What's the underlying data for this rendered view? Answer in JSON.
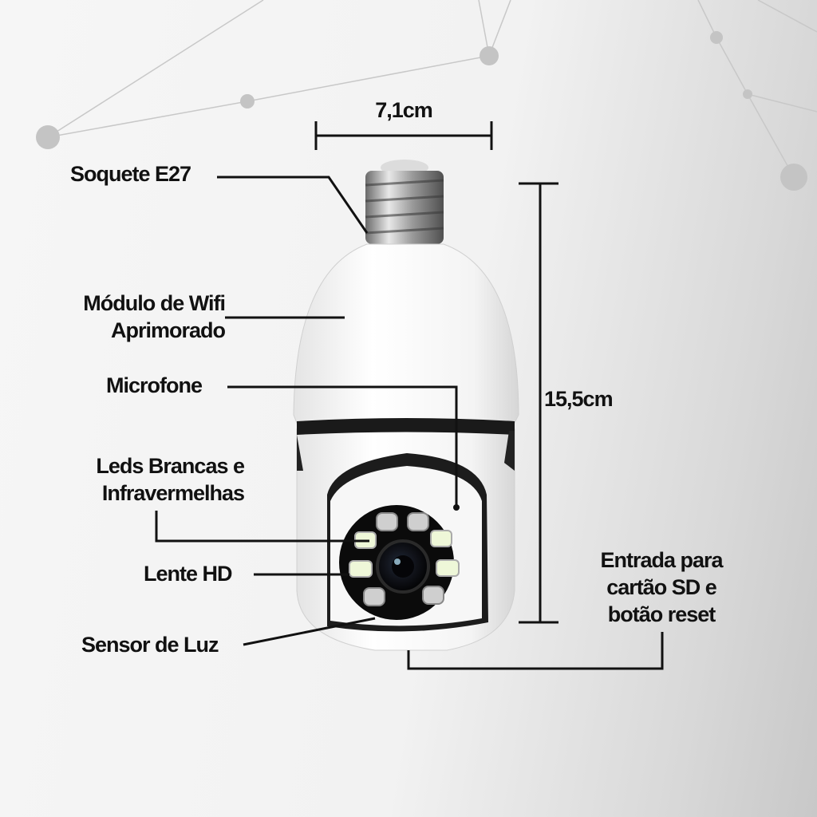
{
  "dimensions": {
    "width": "7,1cm",
    "height": "15,5cm"
  },
  "labels": {
    "socket": "Soquete E27",
    "wifi_line1": "Módulo de Wifi",
    "wifi_line2": "Aprimorado",
    "microphone": "Microfone",
    "leds_line1": "Leds Brancas e",
    "leds_line2": "Infravermelhas",
    "lens": "Lente HD",
    "light_sensor": "Sensor de Luz",
    "sd_line1": "Entrada para",
    "sd_line2": "cartão SD e",
    "sd_line3": "botão reset"
  },
  "colors": {
    "text": "#111111",
    "lines": "#111111",
    "body": "#ffffff",
    "lens_ring": "#0d0d0d",
    "led_white": "#eef7d8"
  }
}
